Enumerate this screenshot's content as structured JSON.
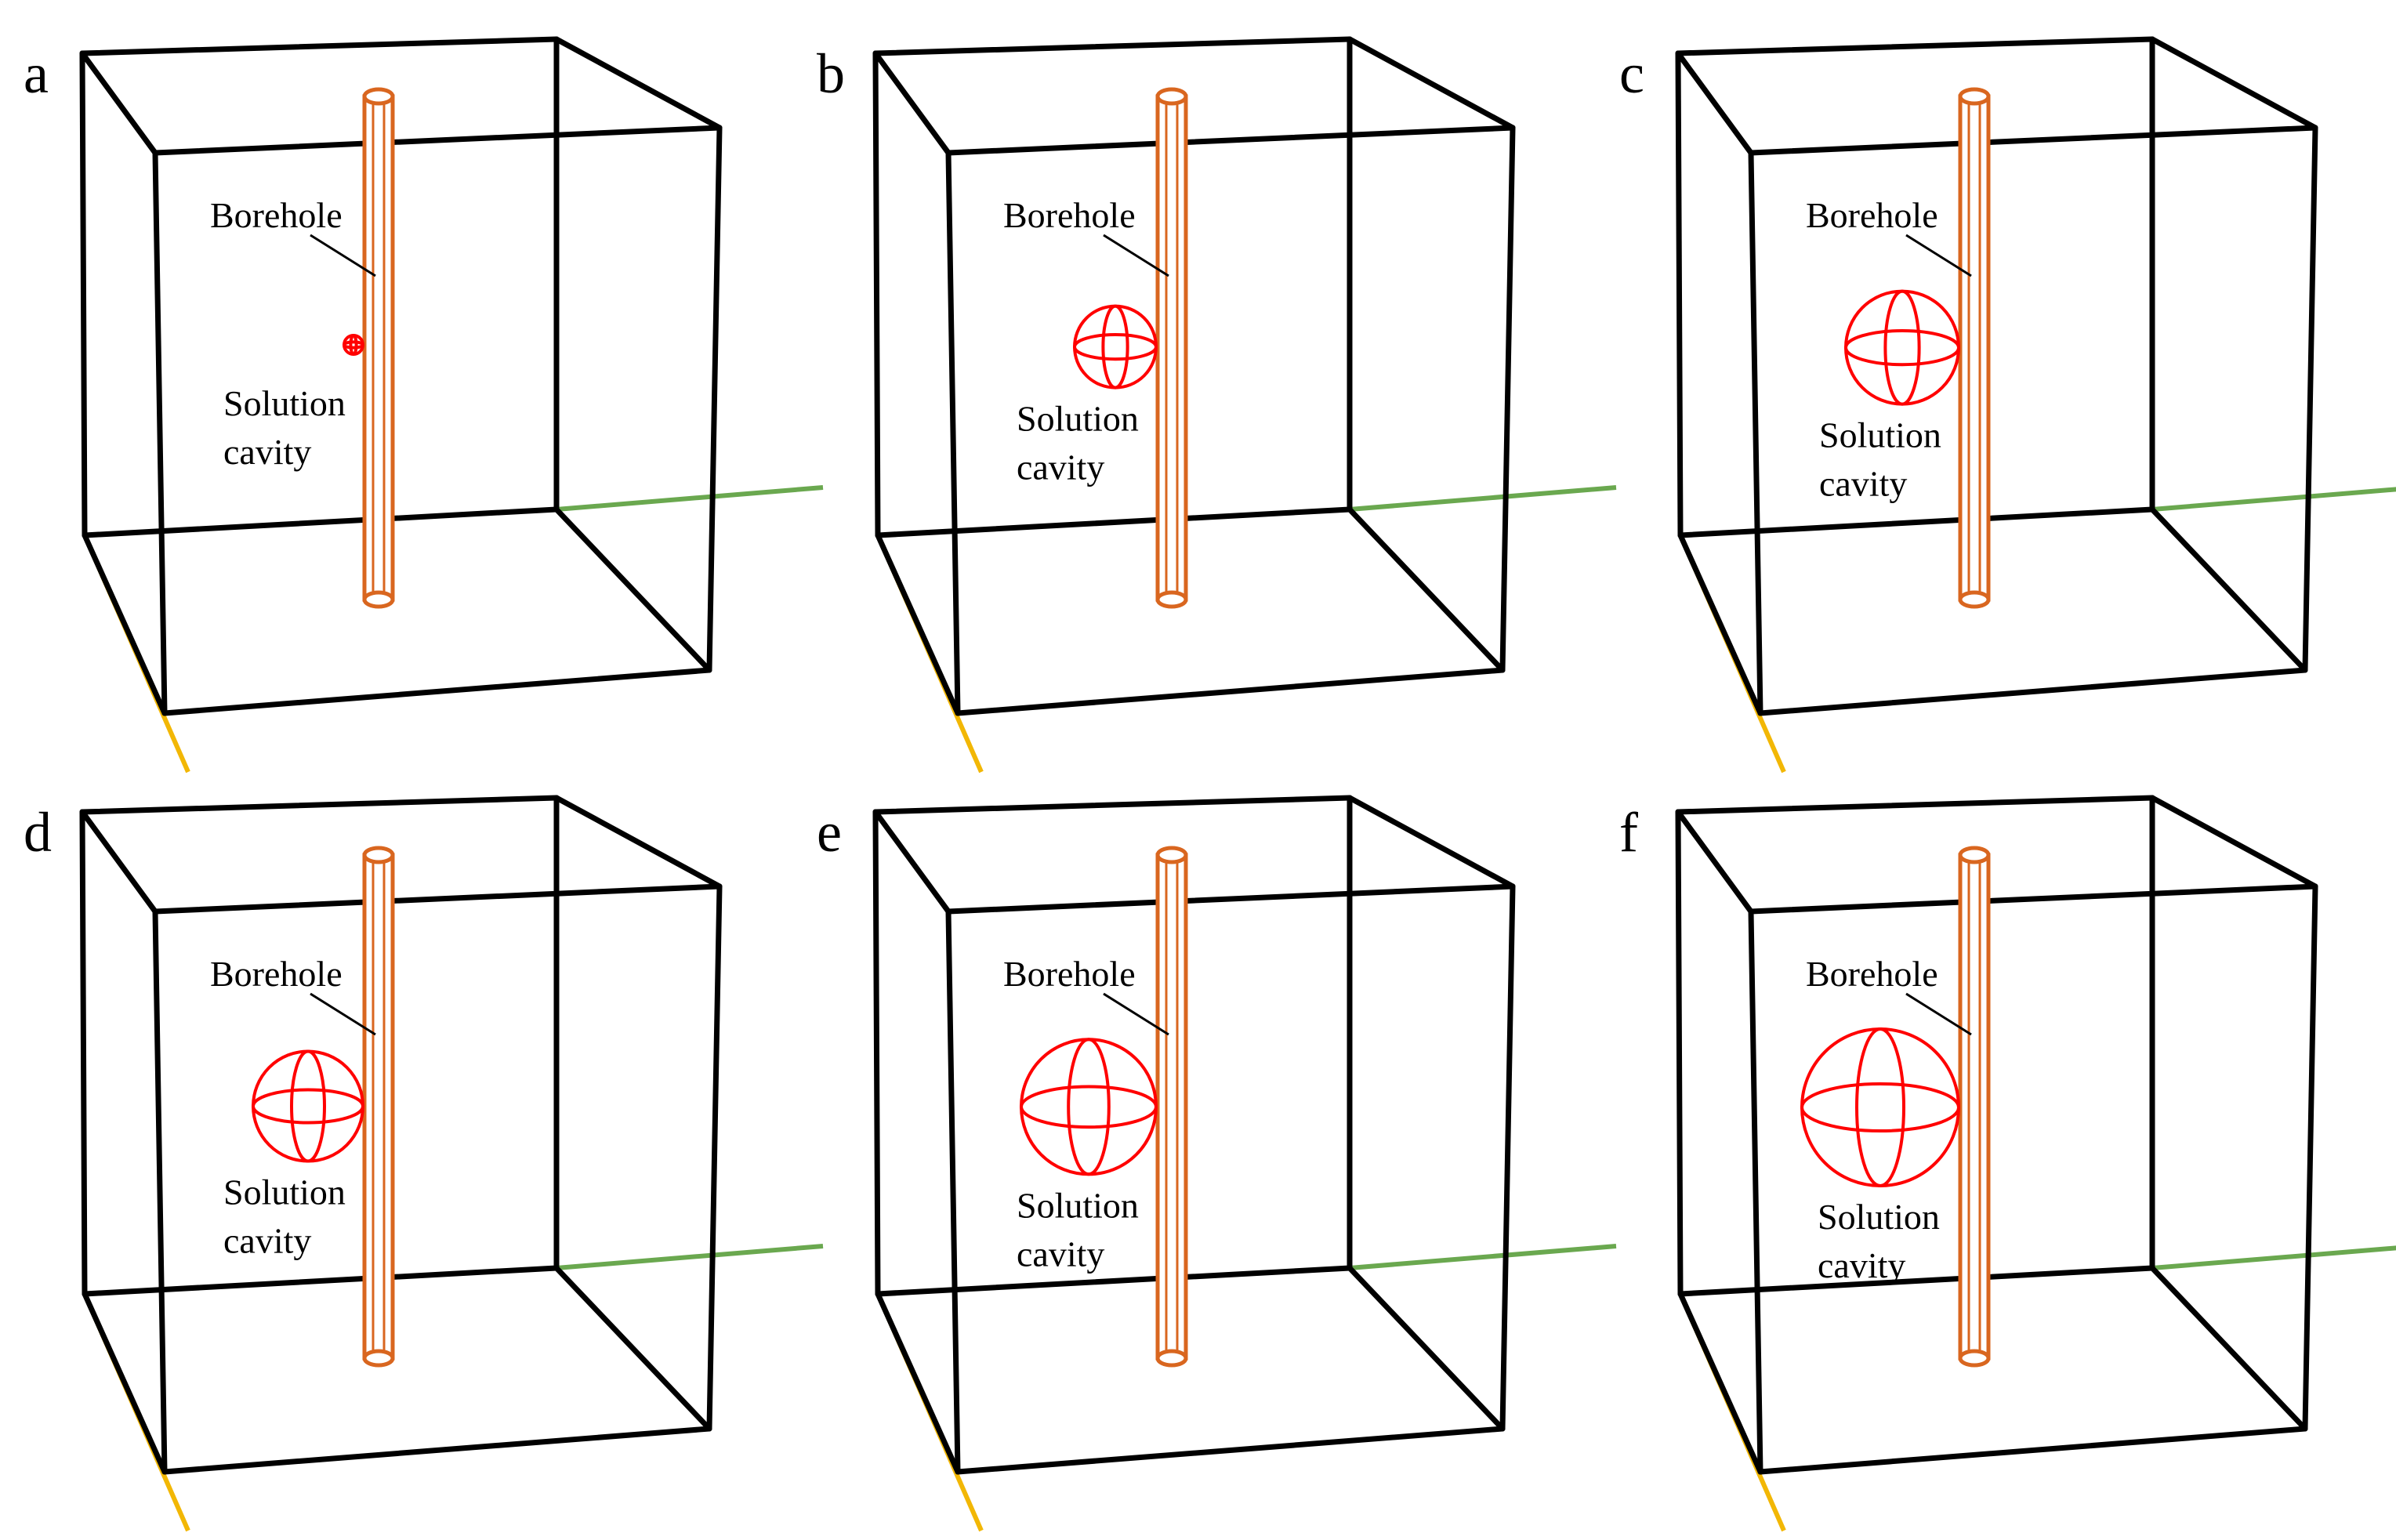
{
  "figure": {
    "panels": [
      {
        "letter": "a",
        "cavity_scale": 0.12,
        "borehole_label": "Borehole",
        "cavity_label_line1": "Solution",
        "cavity_label_line2": "cavity"
      },
      {
        "letter": "b",
        "cavity_scale": 0.52,
        "borehole_label": "Borehole",
        "cavity_label_line1": "Solution",
        "cavity_label_line2": "cavity"
      },
      {
        "letter": "c",
        "cavity_scale": 0.72,
        "borehole_label": "Borehole",
        "cavity_label_line1": "Solution",
        "cavity_label_line2": "cavity"
      },
      {
        "letter": "d",
        "cavity_scale": 0.7,
        "borehole_label": "Borehole",
        "cavity_label_line1": "Solution",
        "cavity_label_line2": "cavity"
      },
      {
        "letter": "e",
        "cavity_scale": 0.86,
        "borehole_label": "Borehole",
        "cavity_label_line1": "Solution",
        "cavity_label_line2": "cavity"
      },
      {
        "letter": "f",
        "cavity_scale": 1.0,
        "borehole_label": "Borehole",
        "cavity_label_line1": "Solution",
        "cavity_label_line2": "cavity"
      }
    ],
    "colors": {
      "frame": "#000000",
      "borehole": "#d9661f",
      "cavity": "#ff0000",
      "axis_x": "#6aa84f",
      "axis_y": "#f2b705"
    }
  }
}
